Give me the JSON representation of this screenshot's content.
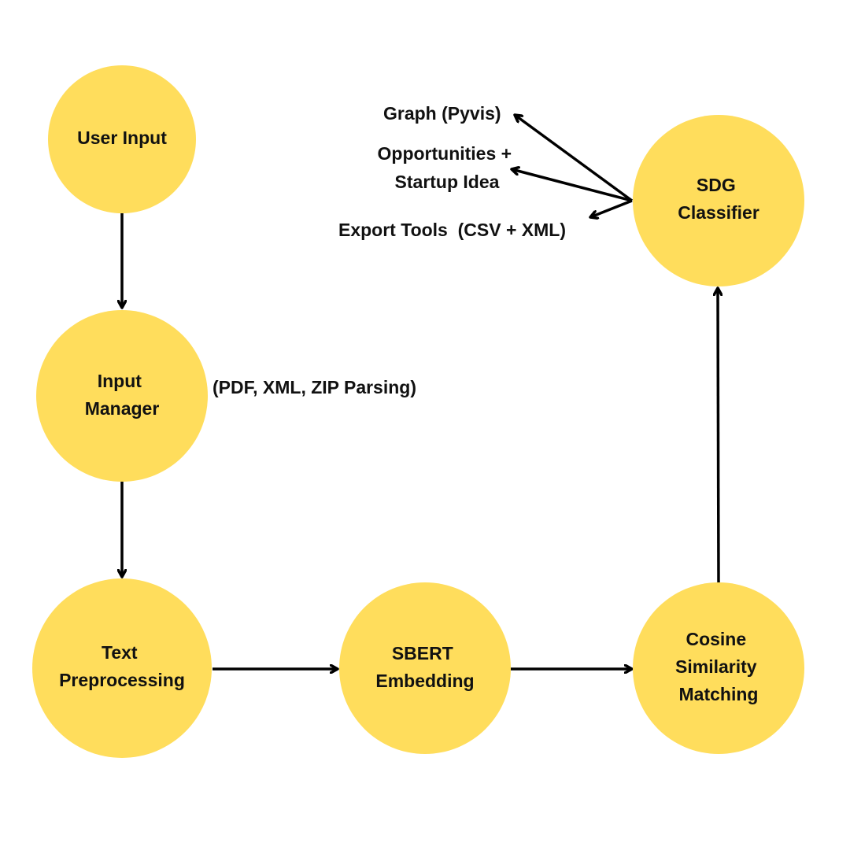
{
  "colors": {
    "node_fill": "#FFDD5C",
    "line": "#000000",
    "text": "#111111"
  },
  "nodes": {
    "user_input": {
      "lines": [
        "User Input"
      ]
    },
    "input_manager": {
      "lines": [
        "Input",
        "Manager"
      ]
    },
    "text_preprocessing": {
      "lines": [
        "Text",
        "Preprocessing"
      ]
    },
    "sbert_embedding": {
      "lines": [
        "SBERT",
        "Embedding"
      ]
    },
    "cosine_similarity": {
      "lines": [
        "Cosine",
        "Similarity",
        "Matching"
      ]
    },
    "sdg_classifier": {
      "lines": [
        "SDG",
        "Classifier"
      ]
    }
  },
  "annotations": {
    "parsing_note": "(PDF, XML, ZIP Parsing)",
    "graph_output": "Graph (Pyvis)",
    "opportunities_line1": "Opportunities +",
    "opportunities_line2": "Startup Idea",
    "export_output": "Export Tools  (CSV + XML)"
  }
}
